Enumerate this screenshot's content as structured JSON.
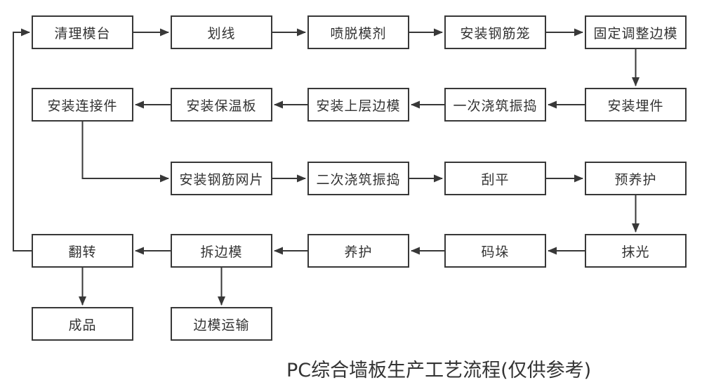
{
  "title": "PC综合墙板生产工艺流程(仅供参考)",
  "colors": {
    "background": "#ffffff",
    "box_border": "#383838",
    "box_fill": "#ffffff",
    "line": "#383838",
    "text": "#333333"
  },
  "nodes": {
    "clean_table": {
      "label": "清理模台"
    },
    "marking": {
      "label": "划线"
    },
    "spray_release_agent": {
      "label": "喷脱模剂"
    },
    "install_rebar_cage": {
      "label": "安装钢筋笼"
    },
    "fix_adjust_side_mold": {
      "label": "固定调整边模"
    },
    "install_embedded_parts": {
      "label": "安装埋件"
    },
    "first_pour_vibrate": {
      "label": "一次浇筑振捣"
    },
    "install_upper_side_mold": {
      "label": "安装上层边模"
    },
    "install_insulation_board": {
      "label": "安装保温板"
    },
    "install_connectors": {
      "label": "安装连接件"
    },
    "install_rebar_mesh": {
      "label": "安装钢筋网片"
    },
    "second_pour_vibrate": {
      "label": "二次浇筑振捣"
    },
    "scrape_flat": {
      "label": "刮平"
    },
    "pre_curing": {
      "label": "预养护"
    },
    "troweling": {
      "label": "抹光"
    },
    "stacking": {
      "label": "码垛"
    },
    "curing": {
      "label": "养护"
    },
    "remove_side_mold": {
      "label": "拆边模"
    },
    "flip": {
      "label": "翻转"
    },
    "finished_product": {
      "label": "成品"
    },
    "side_mold_transport": {
      "label": "边模运输"
    }
  },
  "edges": [
    {
      "from": "clean_table",
      "to": "marking"
    },
    {
      "from": "marking",
      "to": "spray_release_agent"
    },
    {
      "from": "spray_release_agent",
      "to": "install_rebar_cage"
    },
    {
      "from": "install_rebar_cage",
      "to": "fix_adjust_side_mold"
    },
    {
      "from": "fix_adjust_side_mold",
      "to": "install_embedded_parts"
    },
    {
      "from": "install_embedded_parts",
      "to": "first_pour_vibrate"
    },
    {
      "from": "first_pour_vibrate",
      "to": "install_upper_side_mold"
    },
    {
      "from": "install_upper_side_mold",
      "to": "install_insulation_board"
    },
    {
      "from": "install_insulation_board",
      "to": "install_connectors"
    },
    {
      "from": "install_connectors",
      "to": "install_rebar_mesh"
    },
    {
      "from": "install_rebar_mesh",
      "to": "second_pour_vibrate"
    },
    {
      "from": "second_pour_vibrate",
      "to": "scrape_flat"
    },
    {
      "from": "scrape_flat",
      "to": "pre_curing"
    },
    {
      "from": "pre_curing",
      "to": "troweling"
    },
    {
      "from": "troweling",
      "to": "stacking"
    },
    {
      "from": "stacking",
      "to": "curing"
    },
    {
      "from": "curing",
      "to": "remove_side_mold"
    },
    {
      "from": "remove_side_mold",
      "to": "flip"
    },
    {
      "from": "flip",
      "to": "finished_product"
    },
    {
      "from": "remove_side_mold",
      "to": "side_mold_transport"
    },
    {
      "from": "flip",
      "to": "clean_table"
    }
  ]
}
